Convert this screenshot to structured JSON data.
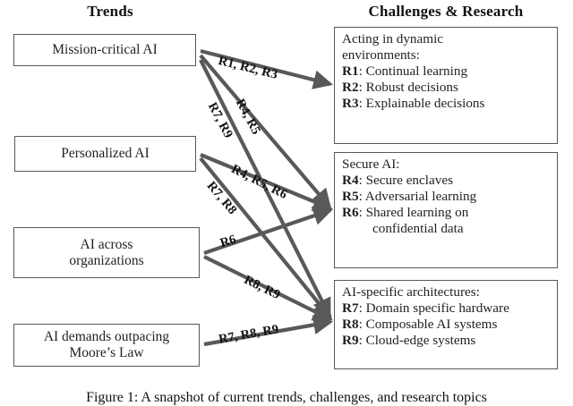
{
  "headers": {
    "left": "Trends",
    "right": "Challenges & Research"
  },
  "trends": [
    {
      "id": "mission-critical-ai",
      "line1": "Mission-critical AI",
      "line2": ""
    },
    {
      "id": "personalized-ai",
      "line1": "Personalized AI",
      "line2": ""
    },
    {
      "id": "ai-across-organizations",
      "line1": "AI across",
      "line2": "organizations"
    },
    {
      "id": "ai-demands-outpacing-moores-law",
      "line1": "AI demands outpacing",
      "line2": "Moore’s Law"
    }
  ],
  "challenges": [
    {
      "id": "acting-in-dynamic-environments",
      "heading_line1": "Acting in dynamic",
      "heading_line2": "environments:",
      "items": [
        {
          "rid": "R1",
          "text": ": Continual learning"
        },
        {
          "rid": "R2",
          "text": ": Robust decisions"
        },
        {
          "rid": "R3",
          "text": ": Explainable decisions"
        }
      ],
      "continuation": ""
    },
    {
      "id": "secure-ai",
      "heading_line1": "Secure AI:",
      "heading_line2": "",
      "items": [
        {
          "rid": "R4",
          "text": ": Secure enclaves"
        },
        {
          "rid": "R5",
          "text": ": Adversarial learning"
        },
        {
          "rid": "R6",
          "text": ": Shared learning on"
        }
      ],
      "continuation": "confidential data"
    },
    {
      "id": "ai-specific-architectures",
      "heading_line1": "AI-specific architectures:",
      "heading_line2": "",
      "items": [
        {
          "rid": "R7",
          "text": ": Domain specific hardware"
        },
        {
          "rid": "R8",
          "text": ": Composable AI systems"
        },
        {
          "rid": "R9",
          "text": ": Cloud-edge systems"
        }
      ],
      "continuation": ""
    }
  ],
  "edges": [
    {
      "id": "mission-to-dynamic",
      "label": "R1, R2, R3",
      "from": "mission-critical-ai",
      "to": "acting-in-dynamic-environments"
    },
    {
      "id": "mission-to-secure",
      "label": "R4, R5",
      "from": "mission-critical-ai",
      "to": "secure-ai"
    },
    {
      "id": "mission-to-arch",
      "label": "R7, R9",
      "from": "mission-critical-ai",
      "to": "ai-specific-architectures"
    },
    {
      "id": "personalized-to-secure",
      "label": "R4, R5, R6",
      "from": "personalized-ai",
      "to": "secure-ai"
    },
    {
      "id": "personalized-to-arch",
      "label": "R7, R8",
      "from": "personalized-ai",
      "to": "ai-specific-architectures"
    },
    {
      "id": "across-to-secure",
      "label": "R6",
      "from": "ai-across-organizations",
      "to": "secure-ai"
    },
    {
      "id": "across-to-arch",
      "label": "R8, R9",
      "from": "ai-across-organizations",
      "to": "ai-specific-architectures"
    },
    {
      "id": "moore-to-arch",
      "label": "R7, R8, R9",
      "from": "ai-demands-outpacing-moores-law",
      "to": "ai-specific-architectures"
    }
  ],
  "caption": "Figure 1: A snapshot of current trends, challenges, and research topics",
  "colors": {
    "box_border": "#58595b",
    "arrow": "#58595b",
    "text": "#231f20",
    "background": "#ffffff"
  }
}
